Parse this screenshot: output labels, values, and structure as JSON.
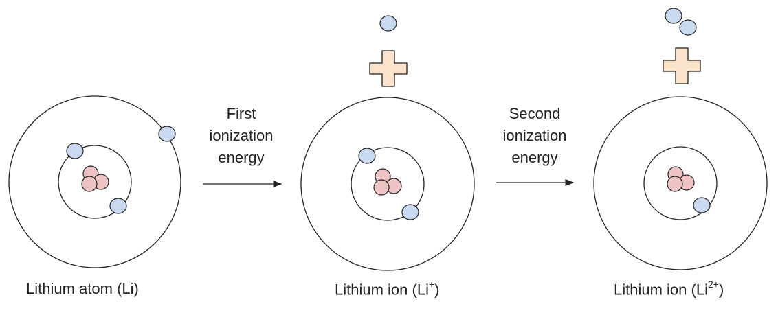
{
  "atoms": [
    {
      "name": "Lithium atom",
      "symbol": "Li",
      "charge": ""
    },
    {
      "name": "Lithium ion",
      "symbol": "Li",
      "charge": "+"
    },
    {
      "name": "Lithium ion",
      "symbol": "Li",
      "charge": "2+"
    }
  ],
  "steps": [
    {
      "lines": [
        "First",
        "ionization",
        "energy"
      ]
    },
    {
      "lines": [
        "Second",
        "ionization",
        "energy"
      ]
    }
  ],
  "colors": {
    "electron_fill": "#c9daf0",
    "nucleus_fill": "#eec3c3",
    "plus_fill": "#fbe3cb",
    "stroke": "#222222"
  }
}
